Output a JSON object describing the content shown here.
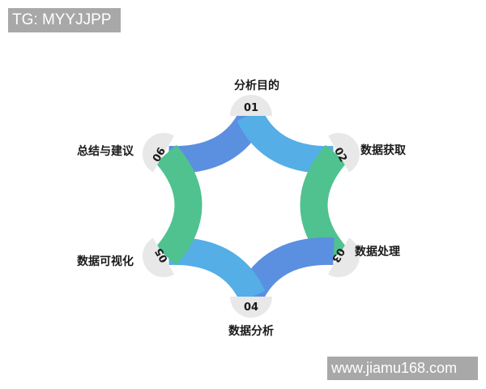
{
  "watermarks": {
    "top_left": "TG: MYYJJPP",
    "bottom_right": "www.jiamu168.com"
  },
  "diagram": {
    "type": "cycle",
    "colors": {
      "dark_blue": "#5b8fe0",
      "light_blue": "#55aee6",
      "green": "#4fc28f",
      "node_bg": "#e8e8e8"
    },
    "steps": [
      {
        "num": "01",
        "label": "分析目的"
      },
      {
        "num": "02",
        "label": "数据获取"
      },
      {
        "num": "03",
        "label": "数据处理"
      },
      {
        "num": "04",
        "label": "数据分析"
      },
      {
        "num": "05",
        "label": "数据可视化"
      },
      {
        "num": "06",
        "label": "总结与建议"
      }
    ]
  }
}
